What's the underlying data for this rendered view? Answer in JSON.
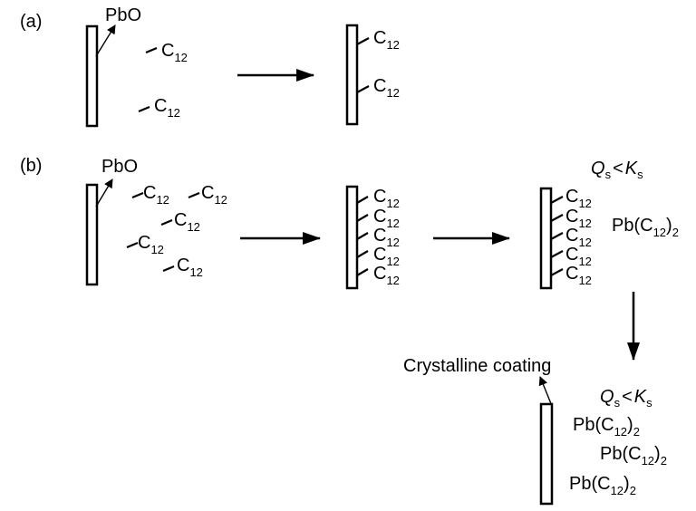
{
  "panel_a": {
    "label": "(a)",
    "oxide_label": "PbO",
    "molecule": {
      "base": "C",
      "sub": "12"
    }
  },
  "panel_b": {
    "label": "(b)",
    "oxide_label": "PbO",
    "molecule": {
      "base": "C",
      "sub": "12"
    },
    "condition_1": {
      "Q": "Q",
      "Q_sub": "s",
      "rel": "<",
      "K": "K",
      "K_sub": "s"
    },
    "complex": {
      "prefix": "Pb(C",
      "sub": "12",
      "suffix": ")",
      "count": "2"
    },
    "coating_label": "Crystalline coating",
    "condition_2": {
      "Q": "Q",
      "Q_sub": "s",
      "rel": "<",
      "K": "K",
      "K_sub": "s"
    }
  }
}
